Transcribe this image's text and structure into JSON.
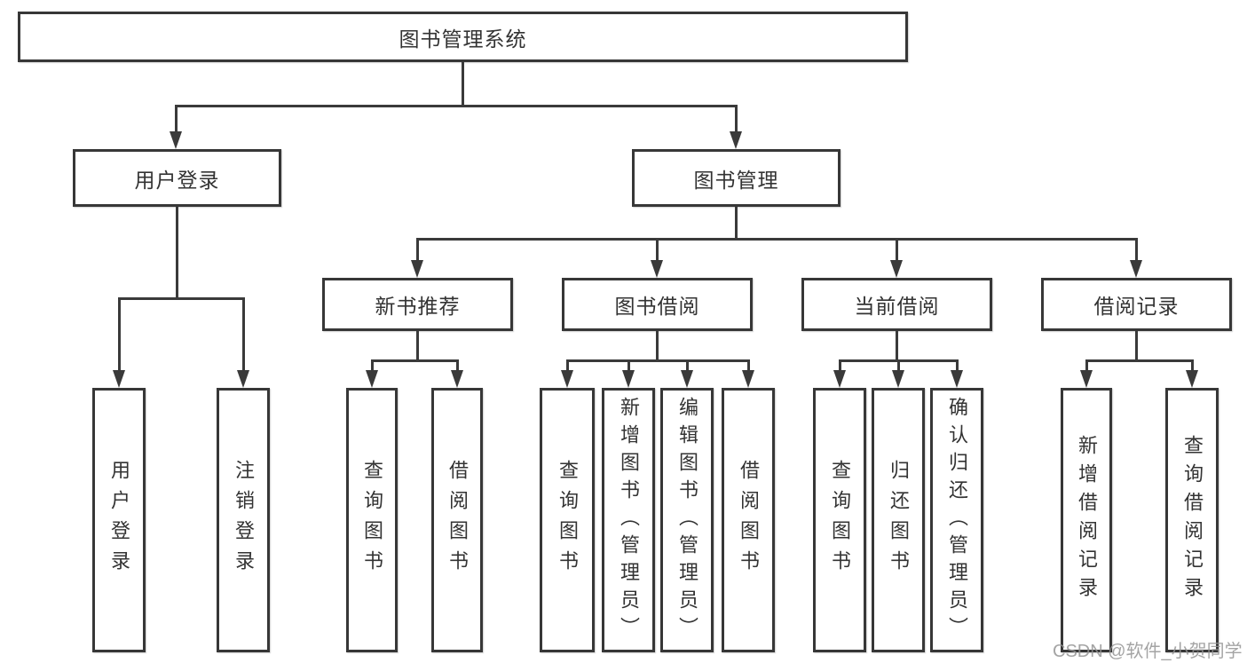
{
  "tree": {
    "label": "图书管理系统",
    "children": [
      {
        "label": "用户登录",
        "children": [
          {
            "label": "用户登录"
          },
          {
            "label": "注销登录"
          }
        ]
      },
      {
        "label": "图书管理",
        "children": [
          {
            "label": "新书推荐",
            "children": [
              {
                "label": "查询图书"
              },
              {
                "label": "借阅图书"
              }
            ]
          },
          {
            "label": "图书借阅",
            "children": [
              {
                "label": "查询图书"
              },
              {
                "label": "新增图书（管理员）"
              },
              {
                "label": "编辑图书（管理员）"
              },
              {
                "label": "借阅图书"
              }
            ]
          },
          {
            "label": "当前借阅",
            "children": [
              {
                "label": "查询图书"
              },
              {
                "label": "归还图书"
              },
              {
                "label": "确认归还（管理员）"
              }
            ]
          },
          {
            "label": "借阅记录",
            "children": [
              {
                "label": "新增借阅记录"
              },
              {
                "label": "查询借阅记录"
              }
            ]
          }
        ]
      }
    ]
  },
  "watermark": {
    "text": "CSDN @软件_小贺同学"
  },
  "colors": {
    "line": "#3a3a3a",
    "border": "#373737",
    "text": "#333333",
    "watermark": "#949494"
  }
}
